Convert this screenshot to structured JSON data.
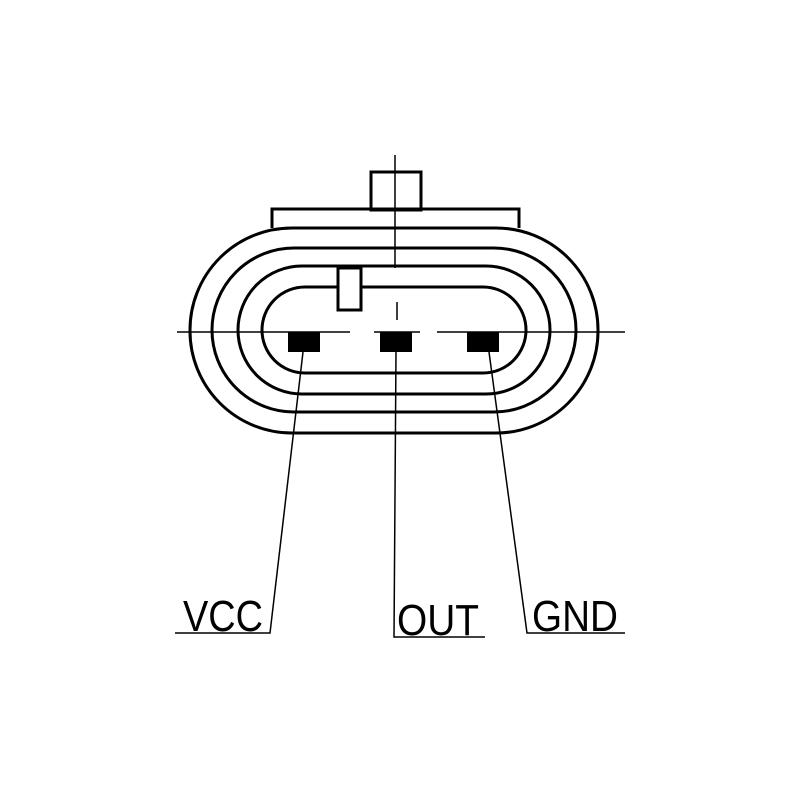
{
  "pins": [
    {
      "id": "vcc",
      "label": "VCC"
    },
    {
      "id": "out",
      "label": "OUT"
    },
    {
      "id": "gnd",
      "label": "GND"
    }
  ],
  "colors": {
    "line": "#000000",
    "background": "#ffffff"
  }
}
